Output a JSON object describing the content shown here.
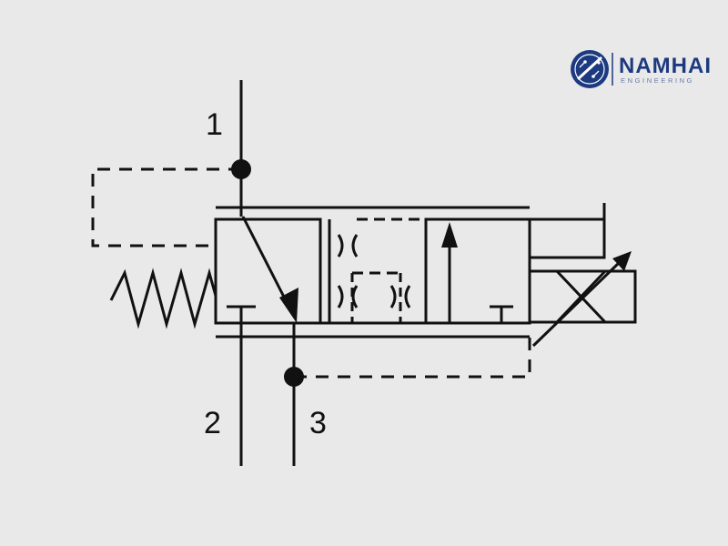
{
  "diagram": {
    "ports": [
      {
        "id": "p1",
        "label": "1"
      },
      {
        "id": "p2",
        "label": "2"
      },
      {
        "id": "p3",
        "label": "3"
      }
    ]
  },
  "logo": {
    "name": "NAMHAI",
    "tagline": "ENGINEERING",
    "colors": {
      "primary": "#1d3a80",
      "secondary": "#6a7aa8"
    }
  },
  "colors": {
    "background": "#e9e9e9",
    "line": "#111111"
  }
}
